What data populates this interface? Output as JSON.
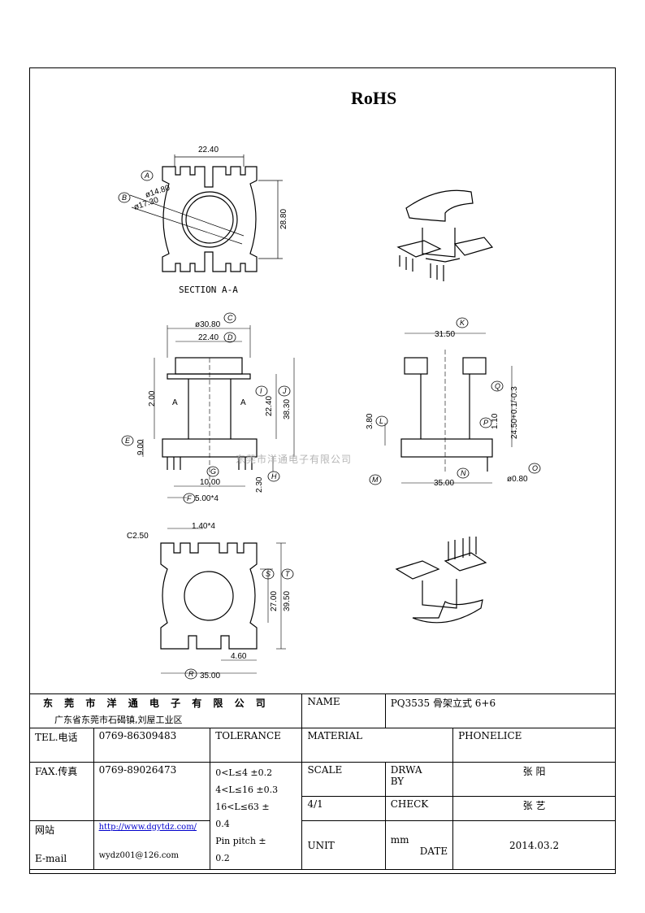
{
  "header": {
    "rohs": "RoHS"
  },
  "section_title": "SECTION A-A",
  "watermark": "东莞市洋通电子有限公司",
  "dimensions": {
    "top_width": "22.40",
    "dia_a": "ø14.80",
    "dia_b": "ø17.30",
    "top_height": "28.80",
    "front_dia": "ø30.80",
    "front_width": "22.40",
    "inner_height": "22.40",
    "total_height": "38.30",
    "slot": "2.00",
    "base_height": "9.00",
    "pin_span": "10.00",
    "pin_pitch": "5.00*4",
    "pin_length": "2.30",
    "side_width": "31.50",
    "side_total": "24.50+0.1/-0.3",
    "side_small": "1.10",
    "side_base": "3.80",
    "side_bottom": "35.00",
    "pin_dia": "ø0.80",
    "bottom_pitch": "1.40*4",
    "chamfer": "C2.50",
    "bottom_height": "27.00",
    "bottom_total": "39.50",
    "bottom_gap": "4.60",
    "bottom_width": "35.00",
    "section_letter": "A"
  },
  "callouts": [
    "A",
    "B",
    "C",
    "D",
    "E",
    "F",
    "G",
    "H",
    "I",
    "J",
    "K",
    "L",
    "M",
    "N",
    "O",
    "P",
    "Q",
    "R",
    "S",
    "T"
  ],
  "title_block": {
    "company_name": "东 莞 市 洋 通 电 子 有 限 公 司",
    "address": "广东省东莞市石碣镇,刘屋工业区",
    "name_label": "NAME",
    "name_value": "PQ3535 骨架立式 6+6",
    "tel_label": "TEL.电话",
    "tel_value": "0769-86309483",
    "tolerance_label": "TOLERANCE",
    "material_label": "MATERIAL",
    "material_value": "PHONELICE",
    "fax_label": "FAX.传真",
    "fax_value": "0769-89026473",
    "tol_1": "0<L≤4   ±0.2",
    "tol_2": "4<L≤16  ±0.3",
    "tol_3": "16<L≤63  ±",
    "tol_4": "0.4",
    "tol_5": "Pin pitch  ±",
    "tol_6": "0.2",
    "scale_label": "SCALE",
    "draw_label_1": "DRWA",
    "draw_label_2": "BY",
    "draw_value": "张  阳",
    "scale_value": "4/1",
    "check_label": "CHECK",
    "check_value": "张  艺",
    "web_label": "网站",
    "web_value": "http://www.dgytdz.com/",
    "email_label": "E-mail",
    "email_value": "wydz001@126.com",
    "unit_label": "UNIT",
    "unit_value": "mm",
    "date_label": "DATE",
    "date_value": "2014.03.2"
  }
}
